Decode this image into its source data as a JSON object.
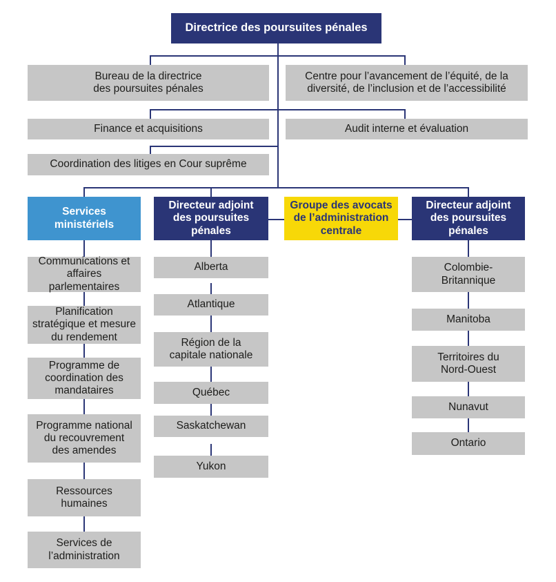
{
  "colors": {
    "navy": "#2a3576",
    "blue": "#3f94cf",
    "yellow": "#f7d808",
    "gray": "#c6c6c6",
    "text_dark": "#1d1d1b",
    "text_light": "#ffffff",
    "connector": "#2a3576",
    "background": "#ffffff"
  },
  "chart_data": {
    "type": "diagram",
    "title": "Directrice des poursuites pénales",
    "language": "fr",
    "orientation": "top-down organizational chart"
  },
  "root": {
    "label": "Directrice des poursuites pénales"
  },
  "staff": [
    {
      "label": "Bureau de la directrice\ndes poursuites pénales"
    },
    {
      "label": "Centre pour l’avancement de l’équité, de la\ndiversité, de l’inclusion et de l’accessibilité"
    },
    {
      "label": "Finance et acquisitions"
    },
    {
      "label": "Audit interne et évaluation"
    },
    {
      "label": "Coordination des litiges en Cour suprême"
    }
  ],
  "columns": [
    {
      "header": "Services\nministériels",
      "style": "blue",
      "items": [
        {
          "label": "Communications et\naffaires parlementaires"
        },
        {
          "label": "Planification\nstratégique et mesure\ndu rendement"
        },
        {
          "label": "Programme de\ncoordination des\nmandataires"
        },
        {
          "label": "Programme national\ndu recouvrement\ndes amendes"
        },
        {
          "label": "Ressources\nhumaines"
        },
        {
          "label": "Services de\nl’administration"
        }
      ]
    },
    {
      "header": "Directeur adjoint\ndes poursuites\npénales",
      "style": "navy",
      "items": [
        {
          "label": "Alberta"
        },
        {
          "label": "Atlantique"
        },
        {
          "label": "Région de la\ncapitale nationale"
        },
        {
          "label": "Québec"
        },
        {
          "label": "Saskatchewan"
        },
        {
          "label": "Yukon"
        }
      ]
    },
    {
      "header": "Groupe des avocats\nde l’administration\ncentrale",
      "style": "yellow",
      "items": []
    },
    {
      "header": "Directeur adjoint\ndes poursuites\npénales",
      "style": "navy",
      "items": [
        {
          "label": "Colombie-\nBritannique"
        },
        {
          "label": "Manitoba"
        },
        {
          "label": "Territoires du\nNord-Ouest"
        },
        {
          "label": "Nunavut"
        },
        {
          "label": "Ontario"
        }
      ]
    }
  ]
}
